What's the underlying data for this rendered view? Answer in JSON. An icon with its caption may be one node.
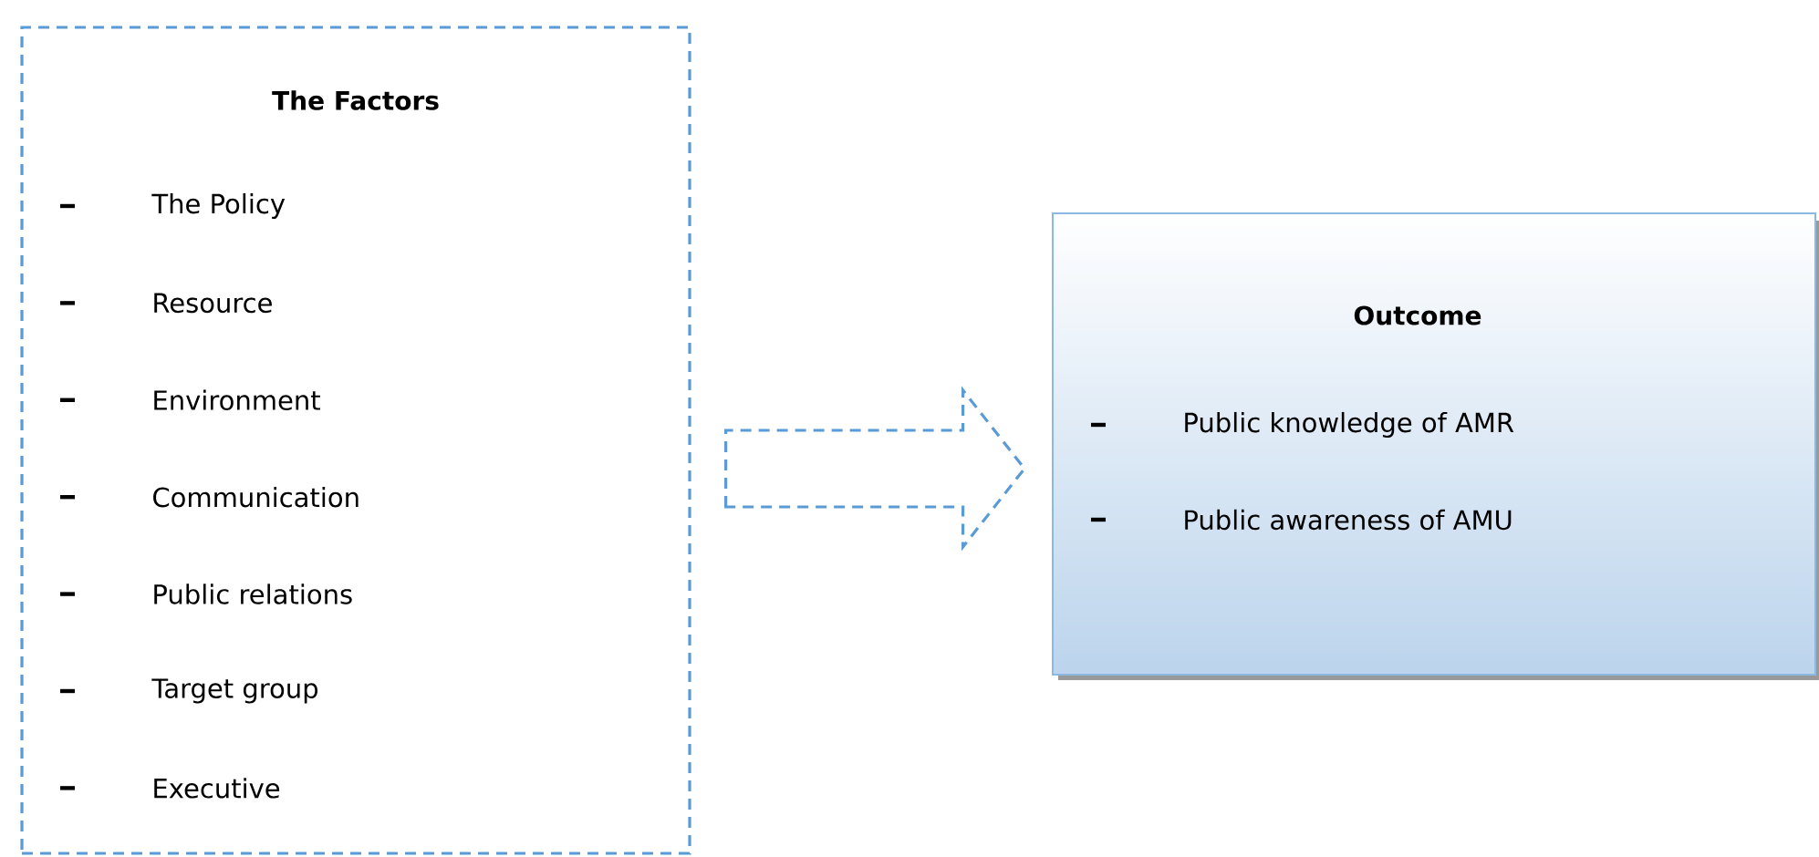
{
  "diagram": {
    "nodes": [
      {
        "text": [
          "The Factors",
          "The Policy",
          "Resource",
          "Environment",
          "Communication",
          "Public relations",
          "Target group",
          "Executive"
        ]
      },
      {
        "text": [
          "Outcome",
          "Public knowledge of AMR",
          "Public awareness of AMU"
        ]
      }
    ],
    "edges": [
      {
        "from": 0,
        "to": 1,
        "arrow": "to",
        "style": "dashed"
      }
    ]
  }
}
